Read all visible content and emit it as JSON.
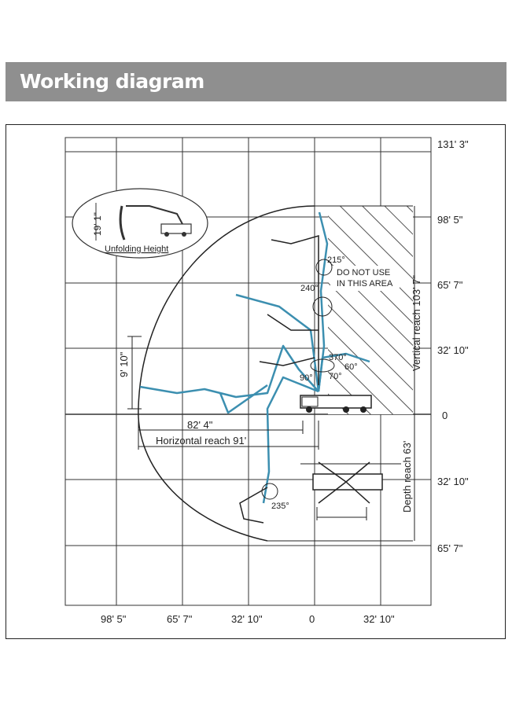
{
  "header": {
    "title": "Working diagram"
  },
  "axes": {
    "y_ticks": [
      "131' 3\"",
      "98' 5\"",
      "65' 7\"",
      "32' 10\"",
      "0",
      "32' 10\"",
      "65' 7\""
    ],
    "x_ticks": [
      "98' 5\"",
      "65' 7\"",
      "32' 10\"",
      "0",
      "32' 10\""
    ]
  },
  "inset": {
    "height_label": "19' 1\"",
    "caption": "Unfolding Height"
  },
  "annotations": {
    "do_not_use_line1": "DO NOT USE",
    "do_not_use_line2": "IN THIS AREA",
    "vertical_reach": "Vertical reach 103' 7\"",
    "depth_reach": "Depth reach 63'",
    "horizontal_reach": "Horizontal reach 91'",
    "reach_82": "82' 4\"",
    "height_9": "9' 10\""
  },
  "angles": {
    "a215": "215°",
    "a240": "240°",
    "a370": "370°",
    "a90": "90°",
    "a70": "70°",
    "a60": "60°",
    "a235": "235°"
  },
  "colors": {
    "boom": "#3c8fb0",
    "banner": "#8f8f8f",
    "grid": "#333333"
  }
}
